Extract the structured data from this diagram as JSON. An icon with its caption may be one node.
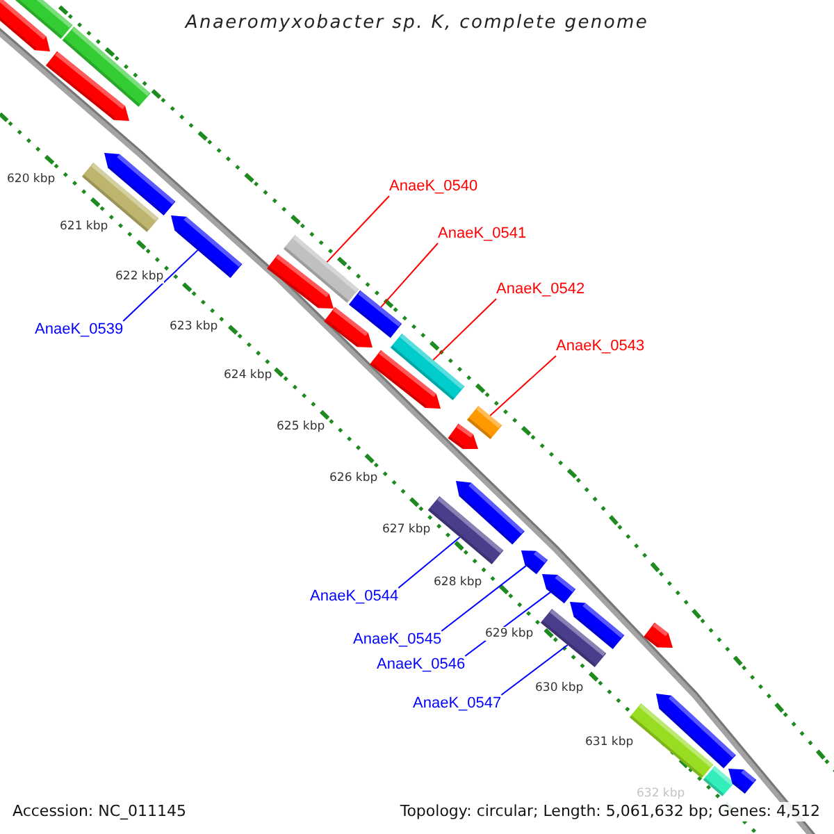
{
  "diagram": {
    "title": "Anaeromyxobacter sp. K, complete genome",
    "nodes": [
      {
        "text": [
          "AnaeK_0539"
        ]
      },
      {
        "text": [],
        "shape": "arrow"
      },
      {
        "text": [
          "AnaeK_0540"
        ]
      },
      {
        "text": [],
        "shape": "bar"
      },
      {
        "text": [
          "AnaeK_0541"
        ]
      },
      {
        "text": [],
        "shape": "bar"
      },
      {
        "text": [
          "AnaeK_0542"
        ]
      },
      {
        "text": [],
        "shape": "bar"
      },
      {
        "text": [
          "AnaeK_0543"
        ]
      },
      {
        "text": [],
        "shape": "bar"
      },
      {
        "text": [
          "AnaeK_0544"
        ]
      },
      {
        "text": [],
        "shape": "bar"
      },
      {
        "text": [
          "AnaeK_0545"
        ]
      },
      {
        "text": [],
        "shape": "arrow"
      },
      {
        "text": [
          "AnaeK_0546"
        ]
      },
      {
        "text": [],
        "shape": "arrow"
      },
      {
        "text": [
          "AnaeK_0547"
        ]
      },
      {
        "text": [],
        "shape": "bar"
      },
      {
        "text": [],
        "shape": "arrow"
      },
      {
        "text": [],
        "shape": "bar"
      },
      {
        "text": [],
        "shape": "bar"
      },
      {
        "text": [],
        "shape": "arrow"
      },
      {
        "text": [],
        "shape": "bar"
      },
      {
        "text": [],
        "shape": "arrow"
      },
      {
        "text": [],
        "shape": "arrow"
      },
      {
        "text": [],
        "shape": "arrow"
      },
      {
        "text": [],
        "shape": "arrow"
      },
      {
        "text": [],
        "shape": "arrow"
      },
      {
        "text": [],
        "shape": "arrow"
      },
      {
        "text": [],
        "shape": "arrow"
      },
      {
        "text": [],
        "shape": "arrow"
      },
      {
        "text": [],
        "shape": "arrow"
      },
      {
        "text": [],
        "shape": "bar"
      },
      {
        "text": [],
        "shape": "bar"
      },
      {
        "text": [],
        "shape": "arrow"
      }
    ],
    "edges": [
      {
        "from": 0,
        "to": 1,
        "arrow": "none"
      },
      {
        "from": 2,
        "to": 3,
        "arrow": "none",
        "color": "#ff0000"
      },
      {
        "from": 4,
        "to": 5,
        "arrow": "none",
        "color": "#ff0000"
      },
      {
        "from": 6,
        "to": 7,
        "arrow": "none",
        "color": "#ff0000"
      },
      {
        "from": 8,
        "to": 9,
        "arrow": "none",
        "color": "#ff0000"
      },
      {
        "from": 10,
        "to": 11,
        "arrow": "none"
      },
      {
        "from": 12,
        "to": 13,
        "arrow": "none"
      },
      {
        "from": 14,
        "to": 15,
        "arrow": "none"
      },
      {
        "from": 16,
        "to": 17,
        "arrow": "none"
      }
    ],
    "labels": [
      "620 kbp",
      "621 kbp",
      "622 kbp",
      "623 kbp",
      "624 kbp",
      "625 kbp",
      "626 kbp",
      "627 kbp",
      "628 kbp",
      "629 kbp",
      "630 kbp",
      "631 kbp",
      "632 kbp",
      "Accession: NC_011145",
      "Topology: circular; Length: 5,061,632 bp; Genes: 4,512"
    ]
  }
}
